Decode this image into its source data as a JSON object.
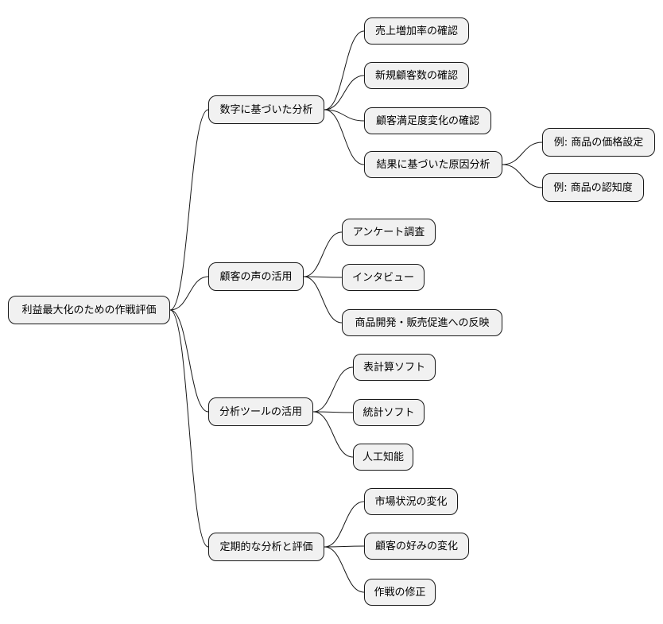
{
  "mindmap": {
    "root": "利益最大化のための作戦評価",
    "branches": [
      {
        "label": "数字に基づいた分析",
        "children": [
          {
            "label": "売上増加率の確認"
          },
          {
            "label": "新規顧客数の確認"
          },
          {
            "label": "顧客満足度変化の確認"
          },
          {
            "label": "結果に基づいた原因分析",
            "children": [
              {
                "label": "例: 商品の価格設定"
              },
              {
                "label": "例: 商品の認知度"
              }
            ]
          }
        ]
      },
      {
        "label": "顧客の声の活用",
        "children": [
          {
            "label": "アンケート調査"
          },
          {
            "label": "インタビュー"
          },
          {
            "label": "商品開発・販売促進への反映"
          }
        ]
      },
      {
        "label": "分析ツールの活用",
        "children": [
          {
            "label": "表計算ソフト"
          },
          {
            "label": "統計ソフト"
          },
          {
            "label": "人工知能"
          }
        ]
      },
      {
        "label": "定期的な分析と評価",
        "children": [
          {
            "label": "市場状況の変化"
          },
          {
            "label": "顧客の好みの変化"
          },
          {
            "label": "作戦の修正"
          }
        ]
      }
    ]
  }
}
